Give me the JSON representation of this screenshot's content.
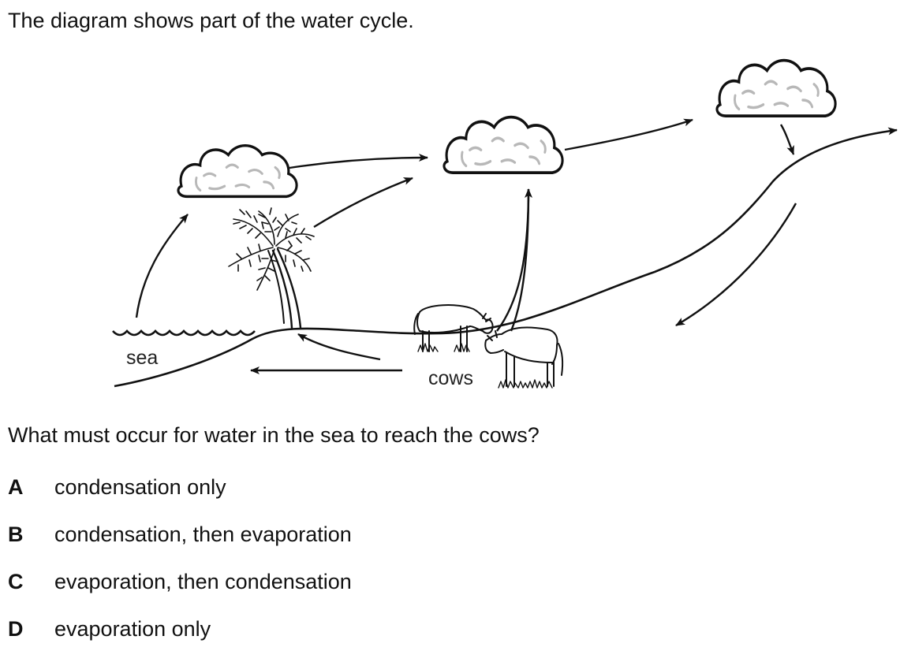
{
  "intro": "The diagram shows part of the water cycle.",
  "diagram": {
    "labels": {
      "sea": "sea",
      "cows": "cows"
    },
    "icons": [
      "cloud-icon",
      "palm-tree-icon",
      "cow-icon",
      "waves-icon",
      "arrow-icon"
    ]
  },
  "question": "What must occur for water in the sea to reach the cows?",
  "options": [
    {
      "letter": "A",
      "text": "condensation only"
    },
    {
      "letter": "B",
      "text": "condensation, then evaporation"
    },
    {
      "letter": "C",
      "text": "evaporation, then condensation"
    },
    {
      "letter": "D",
      "text": "evaporation only"
    }
  ]
}
